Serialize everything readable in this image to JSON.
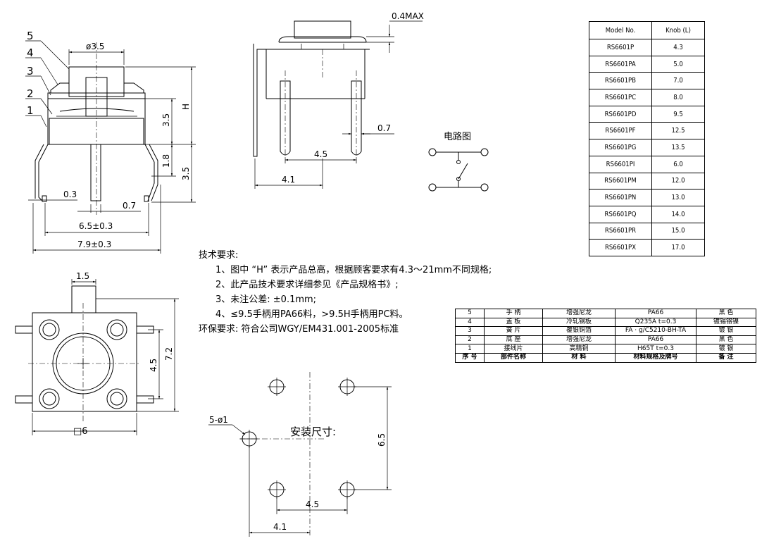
{
  "side_view": {
    "part_numbers": [
      "5",
      "4",
      "3",
      "2",
      "1"
    ],
    "dims": {
      "top_diameter": "ø3.5",
      "h_label": "H",
      "h_upper": "3.5",
      "h_base": "1.8",
      "lead_len": "3.5",
      "lead_thick": "0.3",
      "pin_w": "0.7",
      "width_inner": "6.5±0.3",
      "width_outer": "7.9±0.3"
    }
  },
  "front_view": {
    "dims": {
      "max": "0.4MAX",
      "pin_w": "0.7",
      "spacing": "4.5",
      "offset": "4.1"
    }
  },
  "circuit": {
    "title": "电路图"
  },
  "top_view": {
    "dims": {
      "tab": "1.5",
      "height": "7.2",
      "inner": "4.5",
      "square": "□6"
    }
  },
  "mounting": {
    "title": "安装尺寸:",
    "holes": "5-ø1",
    "vert": "6.5",
    "horiz": "4.5",
    "offset": "4.1"
  },
  "notes": {
    "title": "技术要求:",
    "items": [
      "1、图中 “H” 表示产品总高，根据顾客要求有4.3～21mm不同规格;",
      "2、此产品技术要求详细参见《产品规格书》;",
      "3、未注公差: ±0.1mm;",
      "4、≤9.5手柄用PA66料，>9.5H手柄用PC料。"
    ],
    "env": "环保要求: 符合公司WGY/EM431.001-2005标准"
  },
  "model_table": {
    "headers": [
      "Model No.",
      "Knob (L)"
    ],
    "rows": [
      [
        "RS6601P",
        "4.3"
      ],
      [
        "RS6601PA",
        "5.0"
      ],
      [
        "RS6601PB",
        "7.0"
      ],
      [
        "RS6601PC",
        "8.0"
      ],
      [
        "RS6601PD",
        "9.5"
      ],
      [
        "RS6601PF",
        "12.5"
      ],
      [
        "RS6601PG",
        "13.5"
      ],
      [
        "RS6601PI",
        "6.0"
      ],
      [
        "RS6601PM",
        "12.0"
      ],
      [
        "RS6601PN",
        "13.0"
      ],
      [
        "RS6601PQ",
        "14.0"
      ],
      [
        "RS6601PR",
        "15.0"
      ],
      [
        "RS6601PX",
        "17.0"
      ]
    ]
  },
  "parts_table": {
    "rows": [
      [
        "5",
        "手 柄",
        "增强尼龙",
        "PA66",
        "黑 色"
      ],
      [
        "4",
        "盖 板",
        "冷轧钢板",
        "Q235A t=0.3",
        "镀锡铬镍"
      ],
      [
        "3",
        "簧 片",
        "覆银铜箔",
        "FA · g/C5210-BH-TA",
        "镀 银"
      ],
      [
        "2",
        "底 座",
        "增强尼龙",
        "PA66",
        "黑 色"
      ],
      [
        "1",
        "接线片",
        "高精铜",
        "H65T t=0.3",
        "镀 银"
      ]
    ],
    "header": [
      "序 号",
      "部件名称",
      "材 料",
      "材料规格及牌号",
      "备 注"
    ]
  }
}
